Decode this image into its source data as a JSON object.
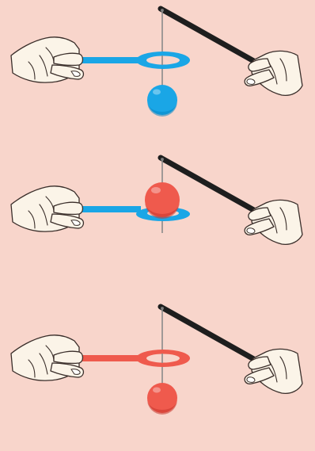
{
  "colors": {
    "background": "#f8d5cb",
    "blue": "#1aa6e6",
    "blue_dark": "#0a86c4",
    "red": "#ef5a4d",
    "red_dark": "#c8372e",
    "skin": "#fbf4e8",
    "outline": "#3a2e2a",
    "stick": "#1e1e1e",
    "thread": "#8a8a8a"
  },
  "panels": [
    {
      "id": "panel-1",
      "ring_color": "blue",
      "ball_color": "blue",
      "ball_state": "hanging-below-ring"
    },
    {
      "id": "panel-2",
      "ring_color": "blue",
      "ball_color": "red",
      "ball_state": "resting-on-ring"
    },
    {
      "id": "panel-3",
      "ring_color": "red",
      "ball_color": "red",
      "ball_state": "hanging-below-ring"
    }
  ]
}
